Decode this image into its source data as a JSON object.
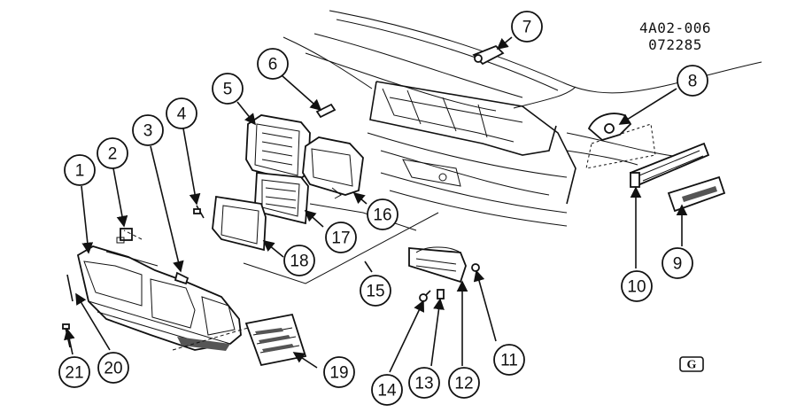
{
  "diagram": {
    "codes": [
      "4A02-006",
      "072285"
    ],
    "logo_glyph": "G",
    "callouts": [
      "1",
      "2",
      "3",
      "4",
      "5",
      "6",
      "7",
      "8",
      "9",
      "10",
      "11",
      "12",
      "13",
      "14",
      "15",
      "16",
      "17",
      "18",
      "19",
      "20",
      "21"
    ]
  }
}
